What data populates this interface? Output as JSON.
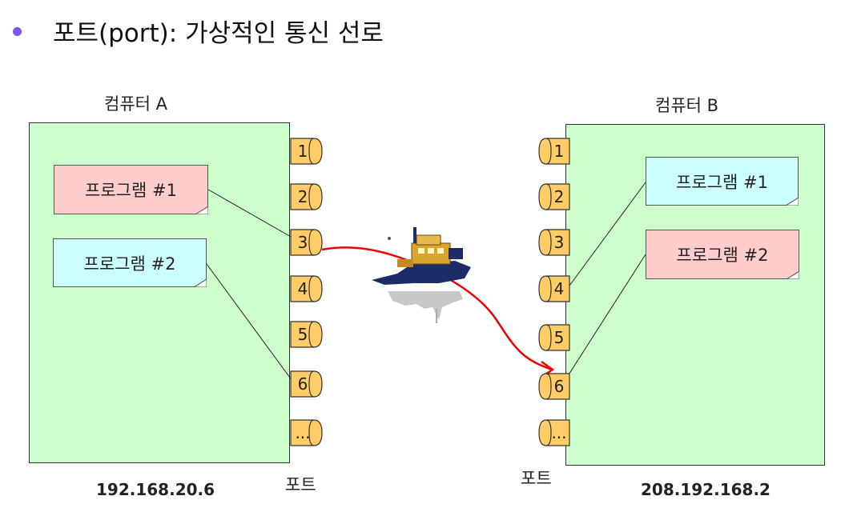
{
  "title": "포트(port): 가상적인 통신 선로",
  "computer_a": {
    "label": "컴퓨터 A",
    "ip": "192.168.20.6",
    "programs": [
      "프로그램 #1",
      "프로그램 #2"
    ]
  },
  "computer_b": {
    "label": "컴퓨터 B",
    "ip": "208.192.168.2",
    "programs": [
      "프로그램 #1",
      "프로그램 #2"
    ]
  },
  "port_label": "포트",
  "ports": [
    "1",
    "2",
    "3",
    "4",
    "5",
    "6",
    "..."
  ],
  "connections": {
    "a": [
      {
        "program": "프로그램 #1",
        "port": "3"
      },
      {
        "program": "프로그램 #2",
        "port": "6"
      }
    ],
    "b": [
      {
        "program": "프로그램 #1",
        "port": "4"
      },
      {
        "program": "프로그램 #2",
        "port": "6"
      }
    ],
    "link": {
      "from": "A port 3",
      "to": "B port 6"
    }
  },
  "colors": {
    "bullet": "#7b57e8",
    "computer_fill": "#ccffcc",
    "program_pink": "#ffcccc",
    "program_cyan": "#ccffff",
    "port_fill": "#ffcc66",
    "link_line": "#ee0000"
  },
  "icons": [
    "bullet-icon",
    "ship-icon"
  ]
}
